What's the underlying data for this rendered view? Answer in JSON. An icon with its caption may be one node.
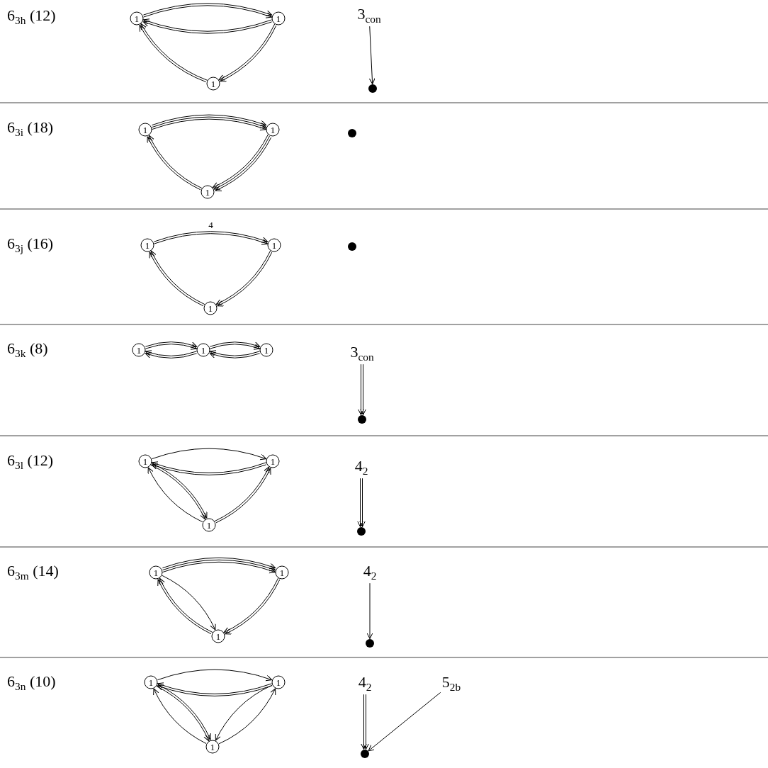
{
  "diagram": {
    "nodes": [
      {
        "text": [
          "1"
        ]
      },
      {
        "text": [
          "1"
        ]
      },
      {
        "text": [
          "1"
        ]
      },
      {
        "text": [
          "3$_{con}$"
        ]
      },
      {
        "text": [],
        "shape": "circle"
      },
      {
        "text": [
          "1"
        ]
      },
      {
        "text": [
          "1"
        ]
      },
      {
        "text": [
          "1"
        ]
      },
      {
        "text": [],
        "shape": "circle"
      },
      {
        "text": [
          "1"
        ]
      },
      {
        "text": [
          "1"
        ]
      },
      {
        "text": [
          "1"
        ]
      },
      {
        "text": [],
        "shape": "circle"
      },
      {
        "text": [
          "1"
        ]
      },
      {
        "text": [
          "1"
        ]
      },
      {
        "text": [
          "1"
        ]
      },
      {
        "text": [
          "3$_{con}$"
        ]
      },
      {
        "text": [],
        "shape": "circle"
      },
      {
        "text": [
          "1"
        ]
      },
      {
        "text": [
          "1"
        ]
      },
      {
        "text": [
          "1"
        ]
      },
      {
        "text": [
          "4$_{2}$"
        ]
      },
      {
        "text": [],
        "shape": "circle"
      },
      {
        "text": [
          "1"
        ]
      },
      {
        "text": [
          "1"
        ]
      },
      {
        "text": [
          "1"
        ]
      },
      {
        "text": [
          "4$_{2}$"
        ]
      },
      {
        "text": [],
        "shape": "circle"
      },
      {
        "text": [
          "1"
        ]
      },
      {
        "text": [
          "1"
        ]
      },
      {
        "text": [
          "1"
        ]
      },
      {
        "text": [
          "4$_{2}$"
        ]
      },
      {
        "text": [
          "5$_{2b}$"
        ]
      },
      {
        "text": [],
        "shape": "circle"
      }
    ],
    "edges": [
      {
        "from": 0,
        "to": 1,
        "arrow": "to"
      },
      {
        "from": 0,
        "to": 1,
        "arrow": "to"
      },
      {
        "from": 1,
        "to": 0,
        "arrow": "to"
      },
      {
        "from": 1,
        "to": 0,
        "arrow": "to"
      },
      {
        "from": 1,
        "to": 2,
        "arrow": "to"
      },
      {
        "from": 1,
        "to": 2,
        "arrow": "to"
      },
      {
        "from": 2,
        "to": 0,
        "arrow": "to"
      },
      {
        "from": 2,
        "to": 0,
        "arrow": "to"
      },
      {
        "from": 3,
        "to": 4,
        "arrow": "to"
      },
      {
        "from": 5,
        "to": 6,
        "arrow": "to"
      },
      {
        "from": 5,
        "to": 6,
        "arrow": "to"
      },
      {
        "from": 5,
        "to": 6,
        "arrow": "to"
      },
      {
        "from": 6,
        "to": 7,
        "arrow": "to"
      },
      {
        "from": 6,
        "to": 7,
        "arrow": "to"
      },
      {
        "from": 6,
        "to": 7,
        "arrow": "to"
      },
      {
        "from": 7,
        "to": 5,
        "arrow": "to"
      },
      {
        "from": 7,
        "to": 5,
        "arrow": "to"
      },
      {
        "from": 9,
        "to": 10,
        "arrow": "to",
        "label": "4"
      },
      {
        "from": 9,
        "to": 10,
        "arrow": "to"
      },
      {
        "from": 10,
        "to": 11,
        "arrow": "to"
      },
      {
        "from": 10,
        "to": 11,
        "arrow": "to"
      },
      {
        "from": 11,
        "to": 9,
        "arrow": "to"
      },
      {
        "from": 11,
        "to": 9,
        "arrow": "to"
      },
      {
        "from": 13,
        "to": 14,
        "arrow": "to"
      },
      {
        "from": 13,
        "to": 14,
        "arrow": "to"
      },
      {
        "from": 14,
        "to": 13,
        "arrow": "to"
      },
      {
        "from": 14,
        "to": 13,
        "arrow": "to"
      },
      {
        "from": 14,
        "to": 15,
        "arrow": "to"
      },
      {
        "from": 14,
        "to": 15,
        "arrow": "to"
      },
      {
        "from": 15,
        "to": 14,
        "arrow": "to"
      },
      {
        "from": 15,
        "to": 14,
        "arrow": "to"
      },
      {
        "from": 16,
        "to": 17,
        "arrow": "to"
      },
      {
        "from": 16,
        "to": 17,
        "arrow": "to"
      },
      {
        "from": 18,
        "to": 19,
        "arrow": "to"
      },
      {
        "from": 19,
        "to": 18,
        "arrow": "to"
      },
      {
        "from": 19,
        "to": 18,
        "arrow": "to"
      },
      {
        "from": 18,
        "to": 20,
        "arrow": "to"
      },
      {
        "from": 18,
        "to": 20,
        "arrow": "to"
      },
      {
        "from": 20,
        "to": 18,
        "arrow": "to"
      },
      {
        "from": 20,
        "to": 19,
        "arrow": "to"
      },
      {
        "from": 20,
        "to": 19,
        "arrow": "to"
      },
      {
        "from": 21,
        "to": 22,
        "arrow": "to"
      },
      {
        "from": 21,
        "to": 22,
        "arrow": "to"
      },
      {
        "from": 23,
        "to": 24,
        "arrow": "to"
      },
      {
        "from": 23,
        "to": 24,
        "arrow": "to"
      },
      {
        "from": 23,
        "to": 24,
        "arrow": "to"
      },
      {
        "from": 24,
        "to": 25,
        "arrow": "to"
      },
      {
        "from": 24,
        "to": 25,
        "arrow": "to"
      },
      {
        "from": 23,
        "to": 25,
        "arrow": "to"
      },
      {
        "from": 25,
        "to": 23,
        "arrow": "to"
      },
      {
        "from": 25,
        "to": 23,
        "arrow": "to"
      },
      {
        "from": 26,
        "to": 27,
        "arrow": "to"
      },
      {
        "from": 28,
        "to": 29,
        "arrow": "to"
      },
      {
        "from": 29,
        "to": 28,
        "arrow": "to"
      },
      {
        "from": 29,
        "to": 28,
        "arrow": "to"
      },
      {
        "from": 28,
        "to": 30,
        "arrow": "to"
      },
      {
        "from": 28,
        "to": 30,
        "arrow": "to"
      },
      {
        "from": 30,
        "to": 28,
        "arrow": "to"
      },
      {
        "from": 29,
        "to": 30,
        "arrow": "to"
      },
      {
        "from": 30,
        "to": 29,
        "arrow": "to"
      },
      {
        "from": 31,
        "to": 33,
        "arrow": "to"
      },
      {
        "from": 31,
        "to": 33,
        "arrow": "to"
      },
      {
        "from": 32,
        "to": 33,
        "arrow": "to"
      }
    ],
    "labels": [
      "6$_{3h}$ (12)",
      "6$_{3i}$ (18)",
      "6$_{3j}$ (16)",
      "6$_{3k}$ (8)",
      "6$_{3l}$ (12)",
      "6$_{3m}$ (14)",
      "6$_{3n}$ (10)"
    ]
  }
}
